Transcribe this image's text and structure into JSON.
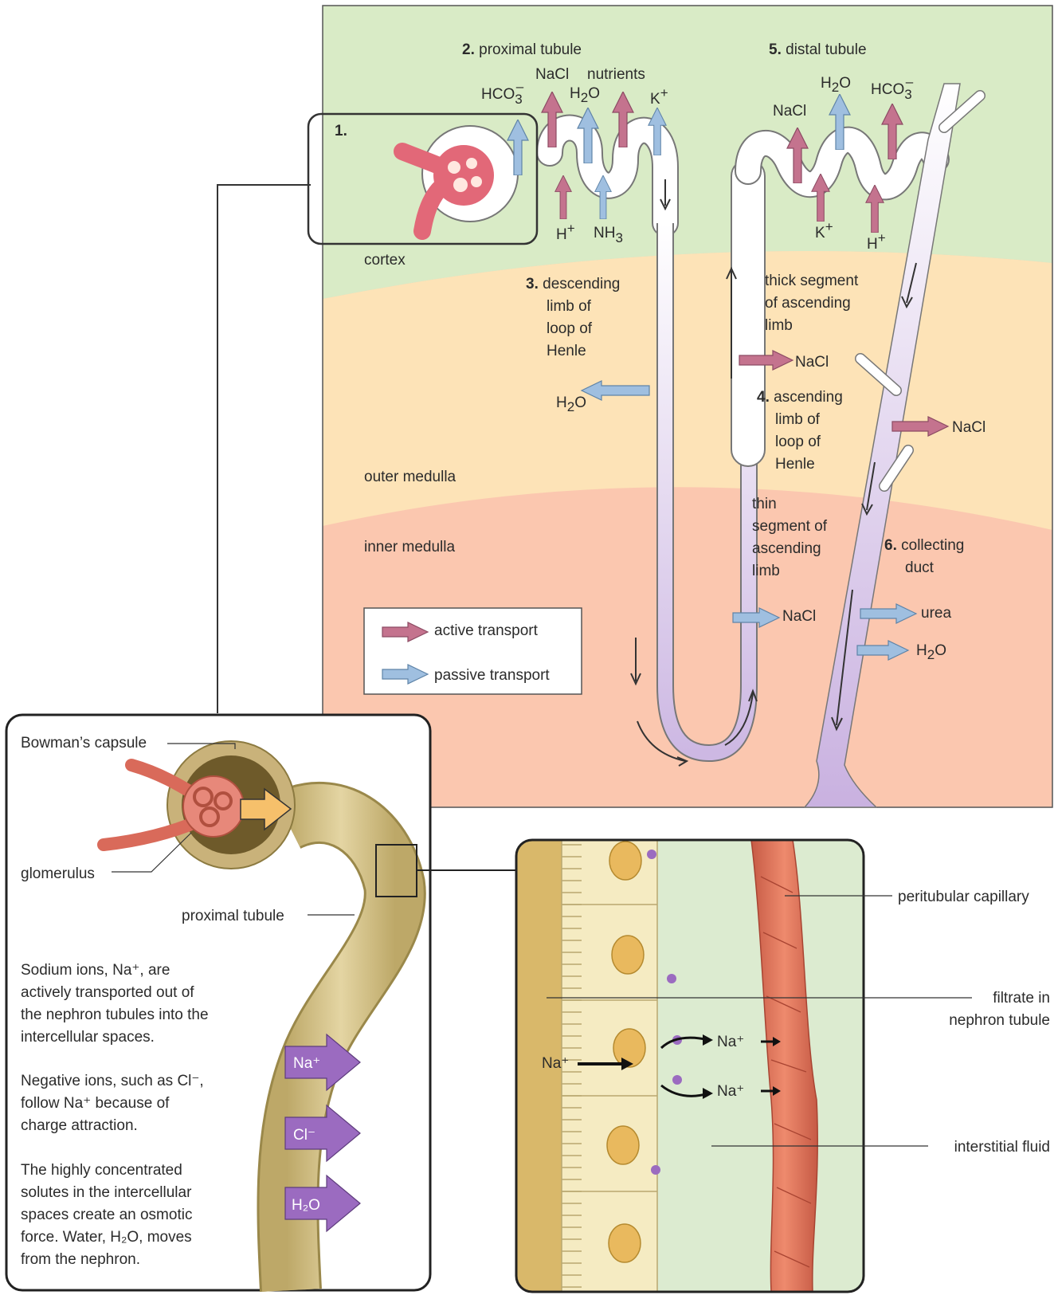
{
  "colors": {
    "cortex": "#d9ebc6",
    "outer_medulla": "#fde3b7",
    "inner_medulla": "#fbc7af",
    "active_arrow": "#c4738e",
    "passive_arrow": "#9fbfe0",
    "tubule": "#e9e3f1",
    "nephron_tube": "#d6c48c",
    "capillary": "#dd6f55",
    "ion_arrow": "#9b6bc0"
  },
  "top": {
    "box1_label": "1.",
    "cortex": "cortex",
    "outer_medulla": "outer medulla",
    "inner_medulla": "inner medulla",
    "proximal": {
      "num": "2.",
      "text": "proximal tubule"
    },
    "distal": {
      "num": "5.",
      "text": "distal tubule"
    },
    "descending": {
      "num": "3.",
      "lines": [
        "descending",
        "limb of",
        "loop of",
        "Henle"
      ]
    },
    "thick": {
      "lines": [
        "thick segment",
        "of ascending",
        "limb"
      ]
    },
    "ascending": {
      "num": "4.",
      "lines": [
        "ascending",
        "limb of",
        "loop of",
        "Henle"
      ]
    },
    "thin": {
      "lines": [
        "thin",
        "segment of",
        "ascending",
        "limb"
      ]
    },
    "collecting": {
      "num": "6.",
      "lines": [
        "collecting",
        "duct"
      ]
    },
    "ions": {
      "nacl": "NaCl",
      "nutrients": "nutrients",
      "hco3": "HCO",
      "h2o_h": "H",
      "h2o_o": "O",
      "sub2": "2",
      "sub3": "3",
      "minus": "–",
      "plus": "+",
      "k": "K",
      "h": "H",
      "nh": "NH",
      "urea": "urea"
    },
    "legend": {
      "active": "active transport",
      "passive": "passive transport"
    }
  },
  "bottom_left": {
    "bowman": "Bowman’s capsule",
    "glomerulus": "glomerulus",
    "proximal": "proximal tubule",
    "para1": [
      "Sodium ions, Na⁺, are",
      "actively transported out of",
      "the nephron tubules into the",
      "intercellular spaces."
    ],
    "para2": [
      "Negative ions, such as Cl⁻,",
      "follow Na⁺ because of",
      "charge attraction."
    ],
    "para3": [
      "The highly concentrated",
      "solutes in the intercellular",
      "spaces create an osmotic",
      "force. Water, H₂O, moves",
      "from the nephron."
    ],
    "arrow_na": "Na⁺",
    "arrow_cl": "Cl⁻",
    "arrow_h2o": "H₂O"
  },
  "bottom_right": {
    "peritubular": "peritubular capillary",
    "filtrate": [
      "filtrate in",
      "nephron tubule"
    ],
    "interstitial": "interstitial fluid",
    "na": "Na⁺"
  }
}
